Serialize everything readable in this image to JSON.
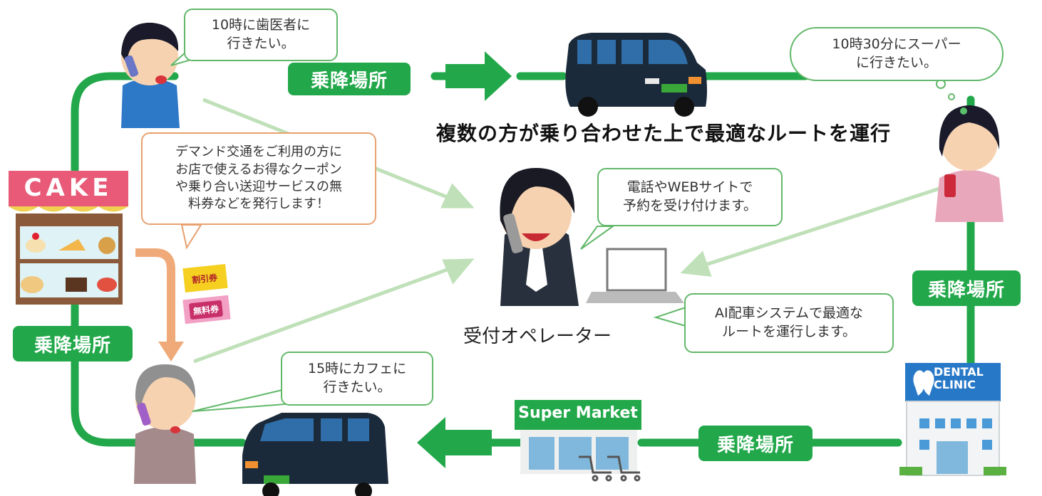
{
  "stop_label": "乗降場所",
  "headline": "複数の方が乗り合わせた上で最適なルートを運行",
  "operator_caption": "受付オペレーター",
  "bubbles": {
    "man_line1": "10時に歯医者に",
    "man_line2": "行きたい。",
    "woman_line1": "10時30分にスーパー",
    "woman_line2": "に行きたい。",
    "shop_line1": "デマンド交通をご利用の方に",
    "shop_line2": "お店で使えるお得なクーポン",
    "shop_line3": "や乗り合い送迎サービスの無",
    "shop_line4": "料券などを発行します！",
    "phone_line1": "電話やWEBサイトで",
    "phone_line2": "予約を受け付けます。",
    "ai_line1": "AI配車システムで最適な",
    "ai_line2": "ルートを運行します。",
    "elder_line1": "15時にカフェに",
    "elder_line2": "行きたい。"
  },
  "signs": {
    "cake": "CAKE",
    "supermarket": "Super Market",
    "dental_line1": "DENTAL",
    "dental_line2": "CLINIC"
  },
  "coupons": {
    "discount": "割引券",
    "free": "無料券"
  },
  "colors": {
    "route": "#22a84a",
    "car": "#1b2a3a",
    "bubble_border": "#62b86a",
    "coupon_arrow": "#f0aa7a"
  }
}
